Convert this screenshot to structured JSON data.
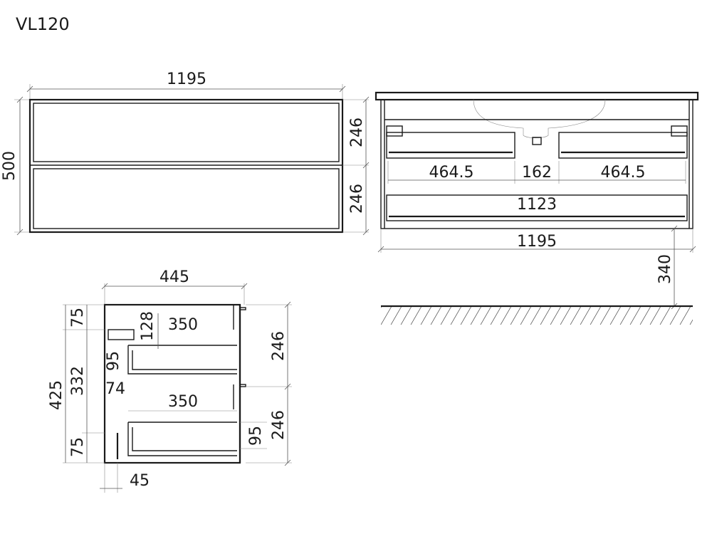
{
  "title": "VL120",
  "front_view": {
    "width_label": "1195",
    "height_label": "500",
    "drawer_top_label": "246",
    "drawer_bottom_label": "246"
  },
  "rear_view": {
    "top_left_label": "464.5",
    "top_mid_label": "162",
    "top_right_label": "464.5",
    "bottom_drawer_label": "1123",
    "width_label": "1195",
    "floor_gap_label": "340"
  },
  "side_view": {
    "depth_label": "445",
    "top_offset_label": "75",
    "drawer_inner_depth_top": "350",
    "drawer_gap_top": "128",
    "drawer_front_top": "246",
    "drawer_height_top": "95",
    "overall_height_label": "425",
    "inner_height_label": "332",
    "mid_gap_label": "74",
    "drawer_inner_depth_bottom": "350",
    "drawer_front_bottom": "246",
    "drawer_height_bottom": "95",
    "bottom_offset_label": "75",
    "back_offset_label": "45"
  }
}
